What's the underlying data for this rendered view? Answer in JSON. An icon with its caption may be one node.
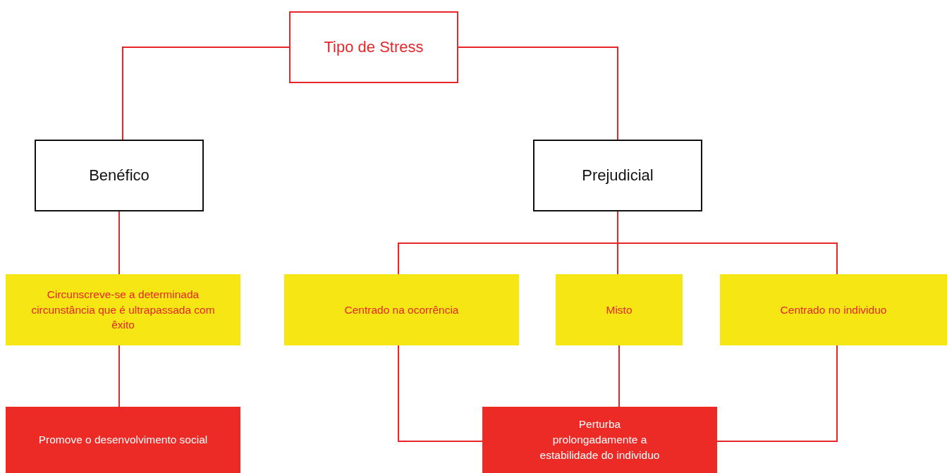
{
  "diagram": {
    "nodes": [
      {
        "text": [
          "Tipo de Stress"
        ]
      },
      {
        "text": [
          "Benéfico"
        ]
      },
      {
        "text": [
          "Prejudicial"
        ]
      },
      {
        "text": [
          "Circunscreve-se a determinada circunstância que é ultrapassada com êxito"
        ]
      },
      {
        "text": [
          "Centrado na ocorrência"
        ]
      },
      {
        "text": [
          "Misto"
        ]
      },
      {
        "text": [
          "Centrado no individuo"
        ]
      },
      {
        "text": [
          "Promove o desenvolvimento social"
        ]
      },
      {
        "text": [
          "Perturba prolongadamente a estabilidade do individuo"
        ]
      }
    ],
    "edges": [
      {
        "from": 0,
        "to": 1,
        "arrow": "none"
      },
      {
        "from": 0,
        "to": 2,
        "arrow": "none"
      },
      {
        "from": 1,
        "to": 3,
        "arrow": "none"
      },
      {
        "from": 2,
        "to": 4,
        "arrow": "none"
      },
      {
        "from": 2,
        "to": 5,
        "arrow": "none"
      },
      {
        "from": 2,
        "to": 6,
        "arrow": "none"
      },
      {
        "from": 3,
        "to": 7,
        "arrow": "none"
      },
      {
        "from": 4,
        "to": 8,
        "arrow": "none"
      },
      {
        "from": 5,
        "to": 8,
        "arrow": "none"
      },
      {
        "from": 6,
        "to": 8,
        "arrow": "none"
      }
    ]
  }
}
